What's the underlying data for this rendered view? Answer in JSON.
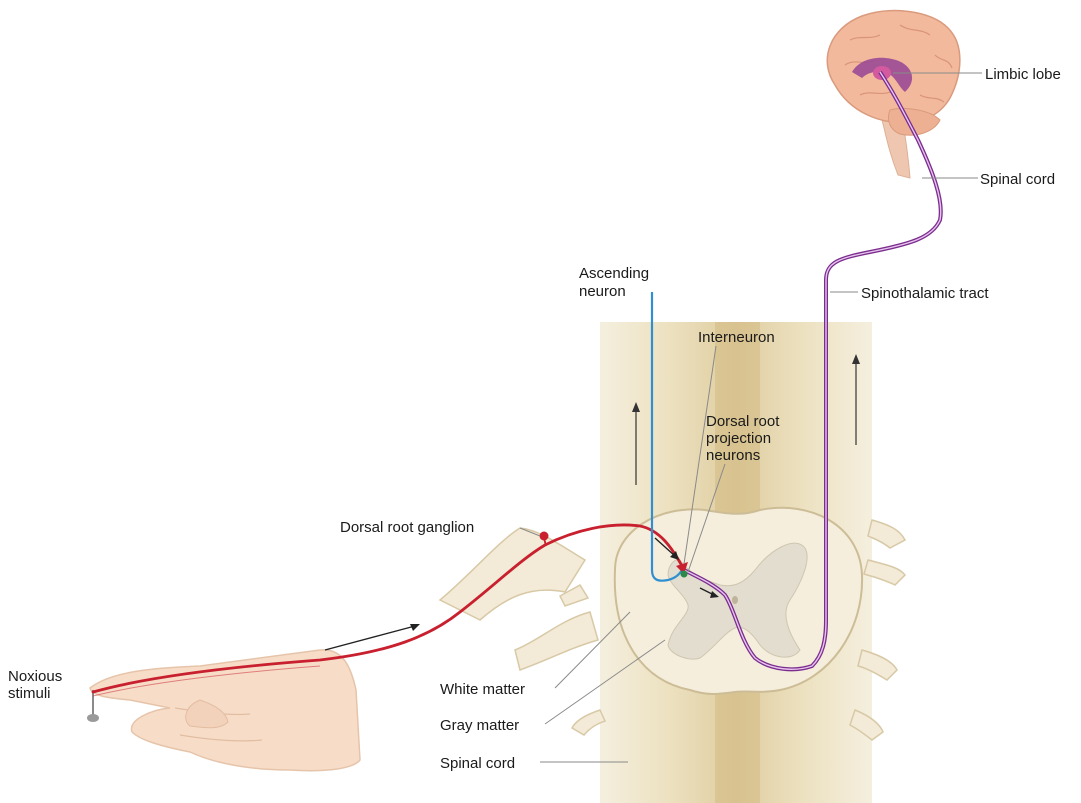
{
  "labels": {
    "limbic_lobe": "Limbic lobe",
    "spinal_cord_top": "Spinal cord",
    "spinothalamic_tract": "Spinothalamic tract",
    "ascending_neuron_line1": "Ascending",
    "ascending_neuron_line2": "neuron",
    "interneuron": "Interneuron",
    "dorsal_root_projection_line1": "Dorsal root",
    "dorsal_root_projection_line2": "projection",
    "dorsal_root_projection_line3": "neurons",
    "dorsal_root_ganglion": "Dorsal root ganglion",
    "noxious_stimuli_line1": "Noxious",
    "noxious_stimuli_line2": "stimuli",
    "white_matter": "White matter",
    "gray_matter": "Gray matter",
    "spinal_cord_bottom": "Spinal cord"
  },
  "colors": {
    "sensory_neuron": "#c8202e",
    "ascending_neuron": "#2f8fd0",
    "spinothalamic_tract": "#7b2d8e",
    "spinal_column": "#efe6cf",
    "white_matter": "#f3ecdb",
    "gray_matter": "#e2dccf",
    "brain": "#f1b79c",
    "limbic": "#8e3a8a",
    "skin": "#f6dcc6"
  }
}
